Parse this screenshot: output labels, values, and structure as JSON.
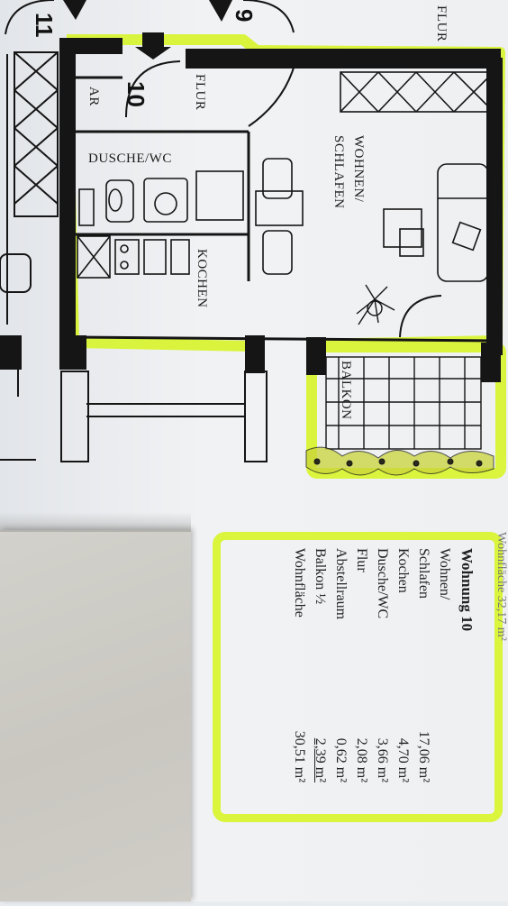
{
  "plan": {
    "unit_numbers": {
      "left": "11",
      "top_right": "9",
      "main": "10"
    },
    "corner_text": "FLUR",
    "rooms": {
      "ar": "AR",
      "flur": "FLUR",
      "dusche_wc": "DUSCHE/WC",
      "wohnen_line1": "WOHNEN/",
      "wohnen_line2": "SCHLAFEN",
      "kochen": "KOCHEN",
      "balkon": "BALKON"
    },
    "colors": {
      "highlighter": "#d8f52b",
      "wall": "#151515",
      "paper": "#eef0f2"
    }
  },
  "area_table": {
    "title": "Wohnung 10",
    "rows": [
      {
        "label": "Wohnen/",
        "value": ""
      },
      {
        "label": "Schlafen",
        "value": "17,06 m²"
      },
      {
        "label": "Kochen",
        "value": "4,70 m²"
      },
      {
        "label": "Dusche/WC",
        "value": "3,66 m²"
      },
      {
        "label": "Flur",
        "value": "2,08 m²"
      },
      {
        "label": "Abstellraum",
        "value": "0,62 m²"
      },
      {
        "label": "Balkon ½",
        "value": "2,39 m²"
      },
      {
        "label": "Wohnfläche",
        "value": "30,51 m²"
      }
    ]
  },
  "edge_fragment": "Wohnfläche 32,17 m²"
}
